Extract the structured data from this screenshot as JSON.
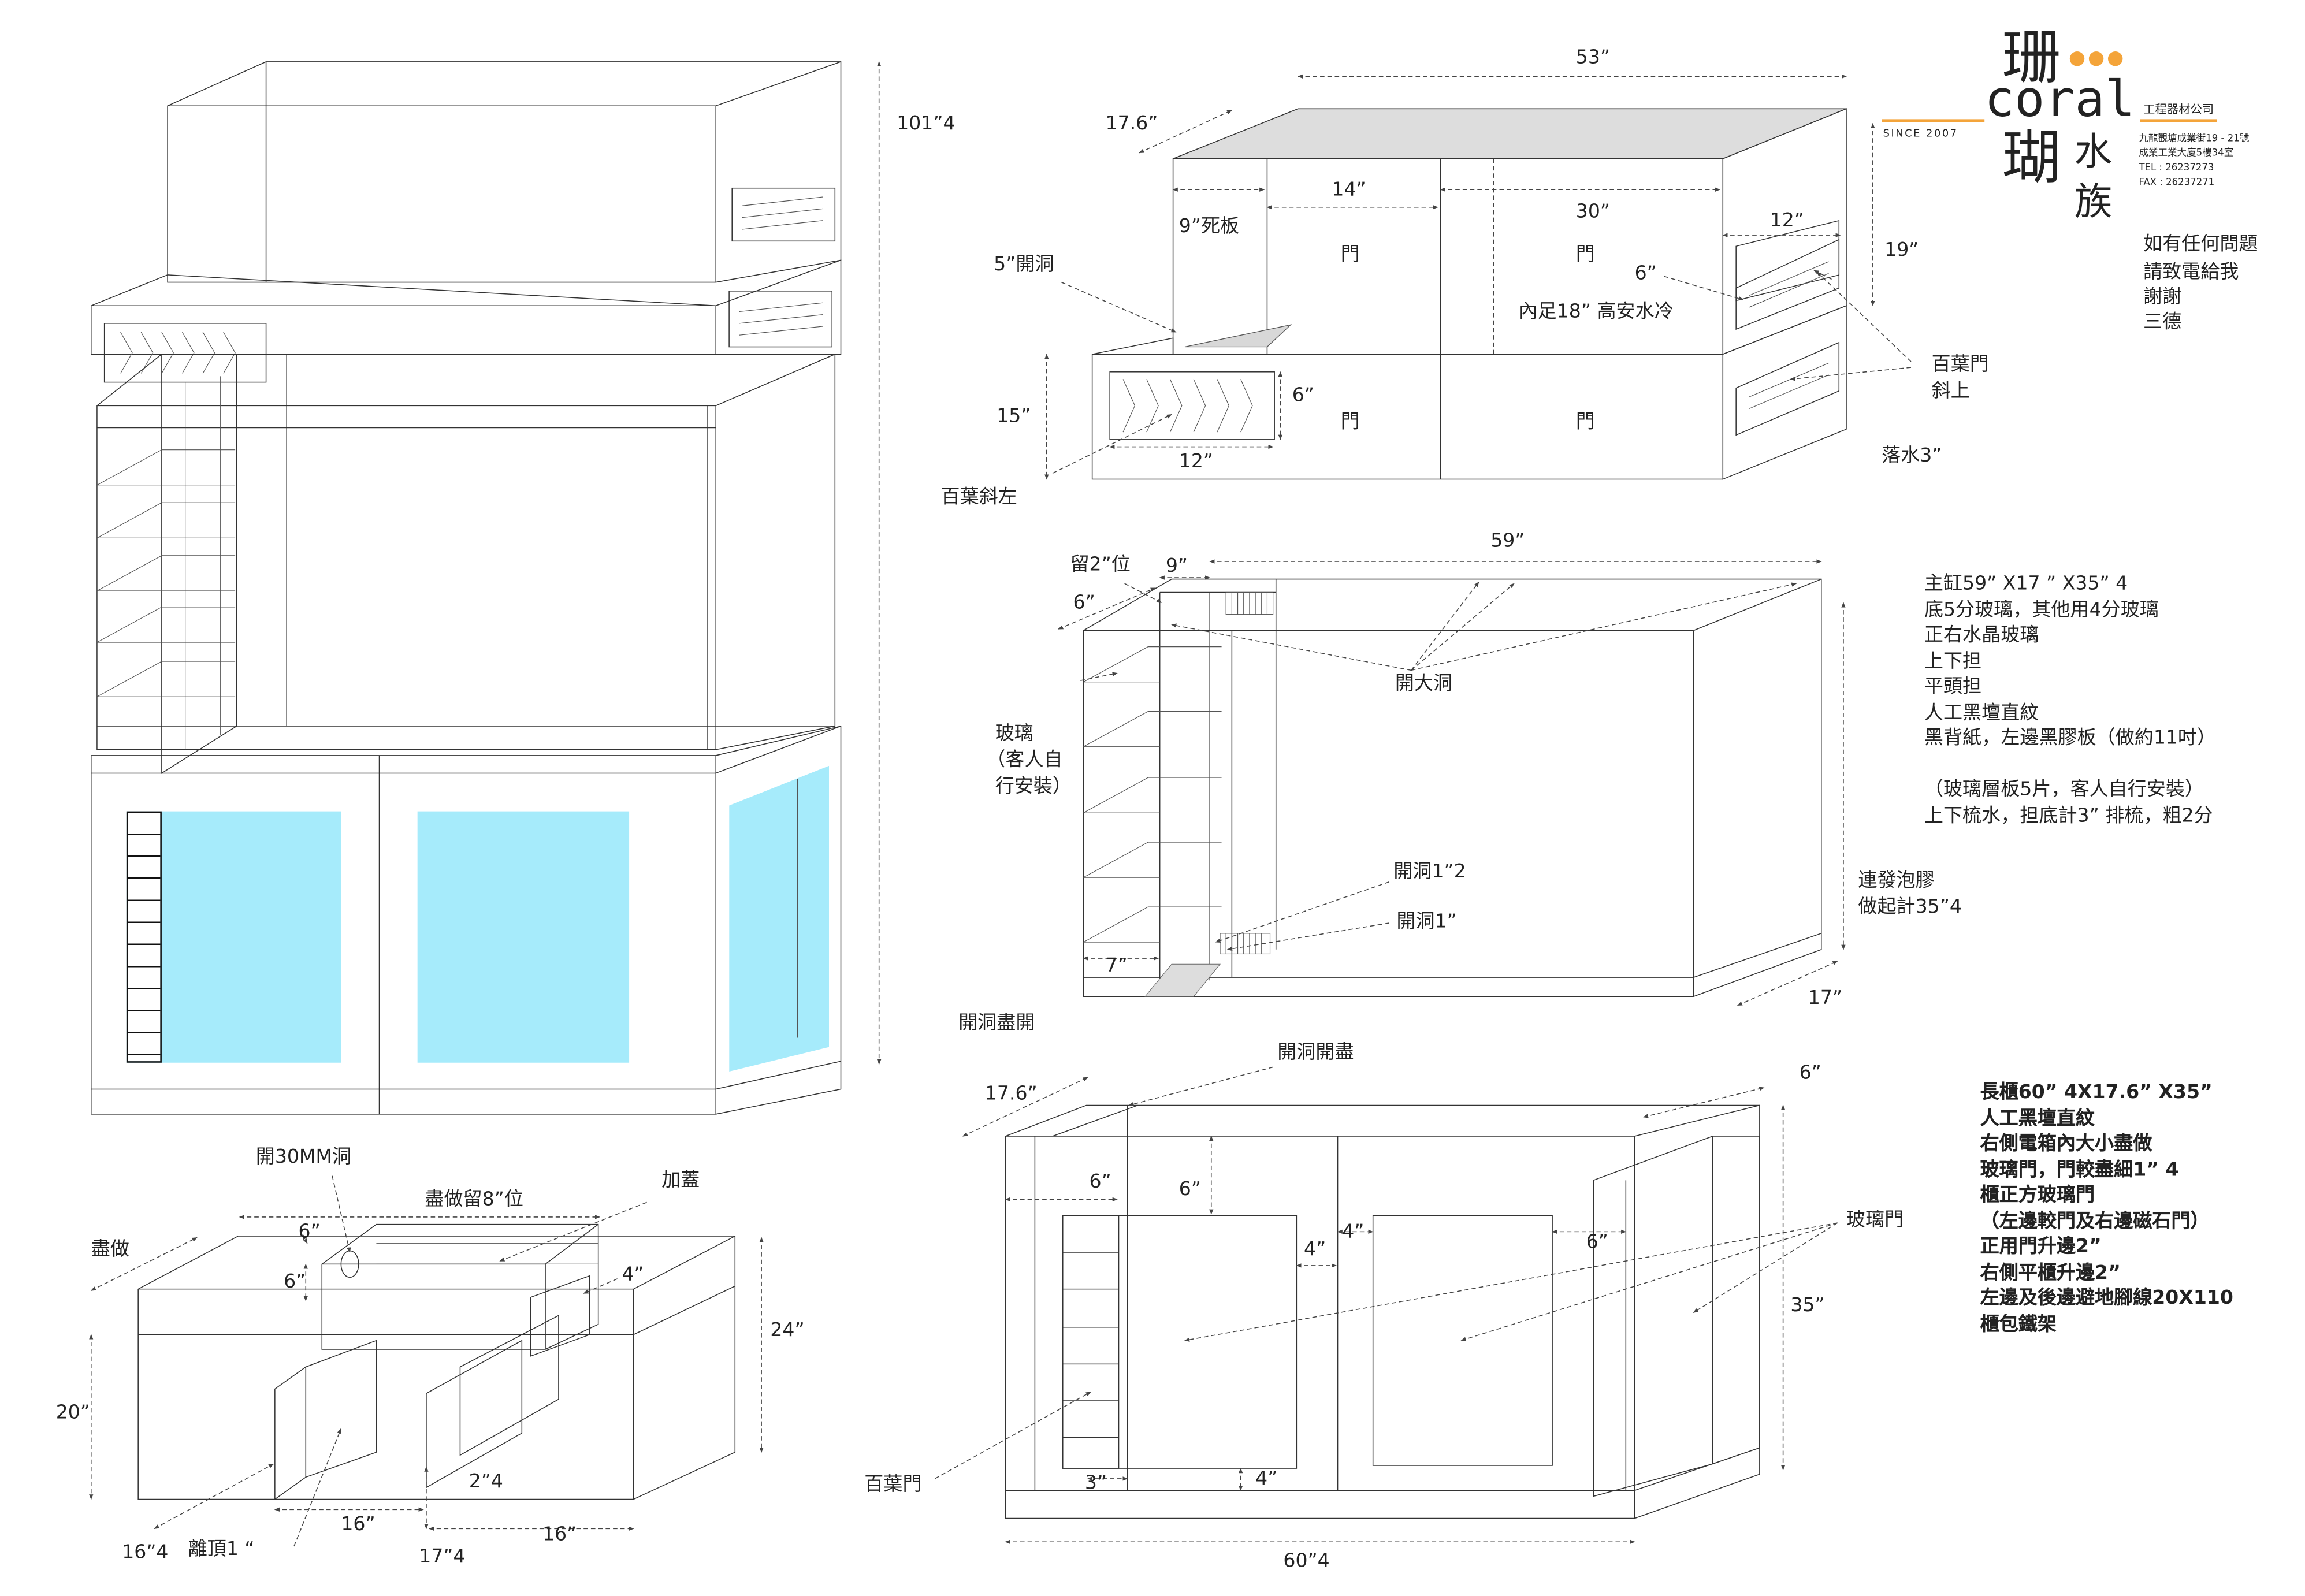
{
  "brand": {
    "top_char": "珊",
    "name": "coral",
    "bottom_char": "瑚",
    "aqua_chars": [
      "水",
      "族"
    ],
    "since": "SINCE 2007",
    "tagline": "工程器材公司",
    "address": "九龍觀塘成業街19 - 21號",
    "address2": "成業工業大廈5樓34室",
    "tel": "TEL : 26237273",
    "fax": "FAX : 26237271",
    "accent_color": "#f4a43a"
  },
  "note": [
    "如有任何問題",
    "請致電給我",
    "謝謝",
    "三德"
  ],
  "colors": {
    "glass": "#a6ebfb",
    "line": "#333333",
    "shade": "#dddddd"
  },
  "view_top": {
    "dim_53": "53”",
    "dim_17_6": "17.6”",
    "dim_14": "14”",
    "dim_30": "30”",
    "dim_12a": "12”",
    "dim_19": "19”",
    "dim_6a": "6”",
    "dim_6b": "6”",
    "dim_15": "15”",
    "dim_12b": "12”",
    "dead_board": "9”死板",
    "door1": "門",
    "door2": "門",
    "door3": "門",
    "door4": "門",
    "hole5": "5”開洞",
    "chiller": "內足18” 高安水冷",
    "louver_up": "百葉門",
    "louver_up2": "斜上",
    "louver_left": "百葉斜左",
    "drain": "落水3”"
  },
  "view_tank": {
    "dim_59": "59”",
    "dim_9": "9”",
    "dim_6": "6”",
    "keep2": "留2”位",
    "big_hole": "開大洞",
    "glass1": "玻璃",
    "glass2": "（客人自",
    "glass3": "行安裝）",
    "hole12": "開洞1”2",
    "hole1": "開洞1”",
    "dim_7": "7”",
    "hole_full": "開洞盡開",
    "foam1": "連發泡膠",
    "foam2": "做起計35”4",
    "dim_17": "17”",
    "spec": [
      "主缸59” X17 ” X35” 4",
      "底5分玻璃，其他用4分玻璃",
      "正右水晶玻璃",
      "上下担",
      "平頭担",
      "人工黑壇直紋",
      "黑背紙，左邊黑膠板（做約11吋）",
      "",
      "（玻璃層板5片，客人自行安裝）",
      "上下梳水，担底計3” 排梳，粗2分"
    ]
  },
  "view_cabinet": {
    "hole_full": "開洞開盡",
    "dim_17_6": "17.6”",
    "dim_6a": "6”",
    "dim_6b": "6”",
    "dim_6c": "6”",
    "dim_6d": "6”",
    "dim_4a": "4”",
    "dim_4b": "4”",
    "dim_4c": "4”",
    "dim_3": "3”",
    "dim_35": "35”",
    "dim_60": "60”4",
    "glass_door": "玻璃門",
    "louver_door": "百葉門",
    "spec": [
      "長櫃60” 4X17.6” X35”",
      "人工黑壇直紋",
      "右側電箱內大小盡做",
      "玻璃門，門較盡細1” 4",
      "櫃正方玻璃門",
      "（左邊較門及右邊磁石門）",
      "正用門升邊2”",
      "右側平櫃升邊2”",
      "左邊及後邊避地腳線20X110",
      "櫃包鐵架"
    ]
  },
  "view_sump": {
    "hole30": "開30MM洞",
    "keep8": "盡做留8”位",
    "lid": "加蓋",
    "full": "盡做",
    "dim_6a": "6”",
    "dim_6b": "6”",
    "dim_4": "4”",
    "dim_24": "24”",
    "dim_20": "20”",
    "dim_2_4": "2”4",
    "dim_16a": "16”",
    "dim_16b": "16”",
    "dim_16_4": "16”4",
    "top1": "離頂1 “",
    "dim_17_4": "17”4"
  },
  "view_front": {
    "dim_101": "101”4"
  }
}
